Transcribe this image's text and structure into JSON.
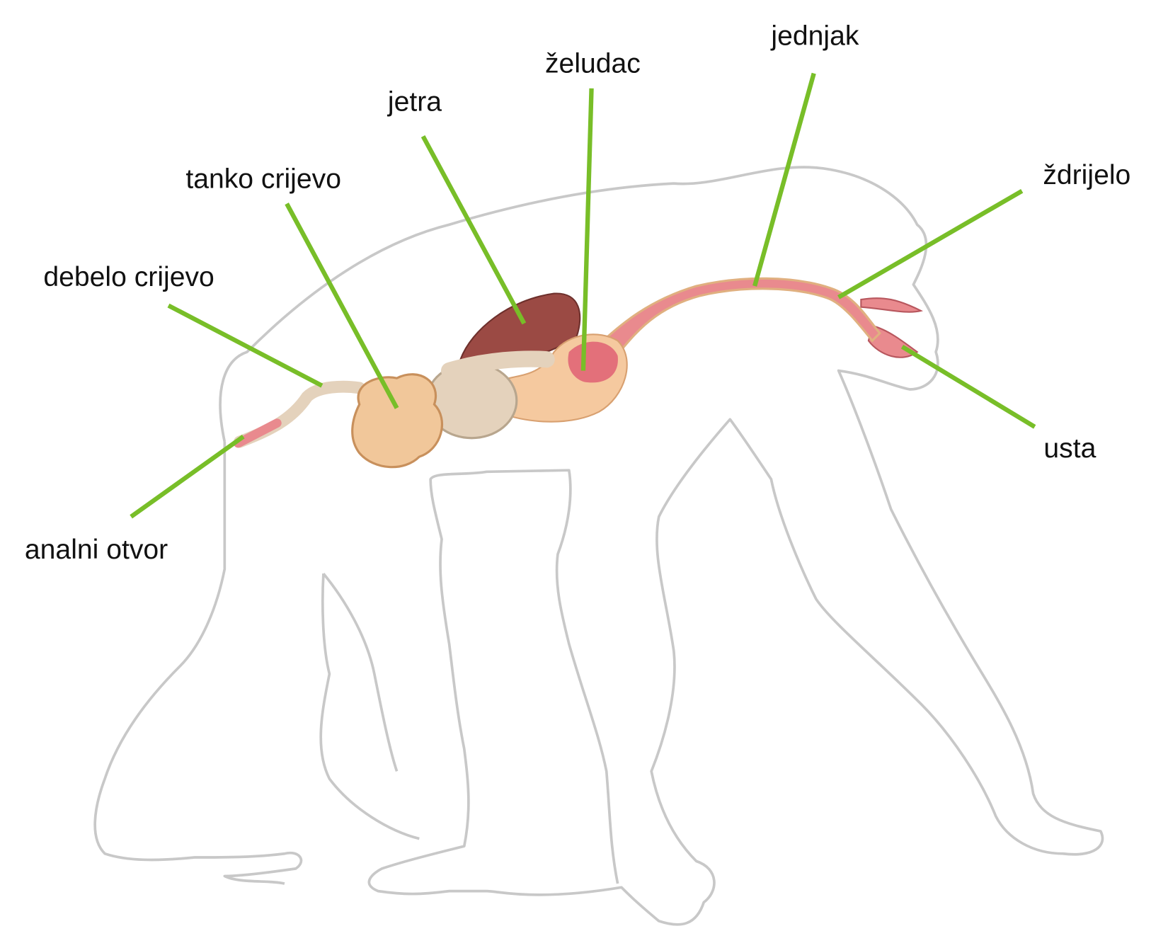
{
  "diagram": {
    "labels": {
      "zdrijelo": "ždrijelo",
      "usta": "usta",
      "jednjak": "jednjak",
      "zeludac": "želudac",
      "jetra": "jetra",
      "tanko_crijevo": "tanko crijevo",
      "debelo_crijevo": "debelo crijevo",
      "analni_otvor": "analni otvor"
    },
    "colors": {
      "pointer": "#78be28",
      "outline": "#c8c8c8",
      "tract": "#e98a8e",
      "liver": "#9b4a44",
      "intestine": "#f1c79a",
      "large_intestine": "#e4d2bc"
    }
  }
}
